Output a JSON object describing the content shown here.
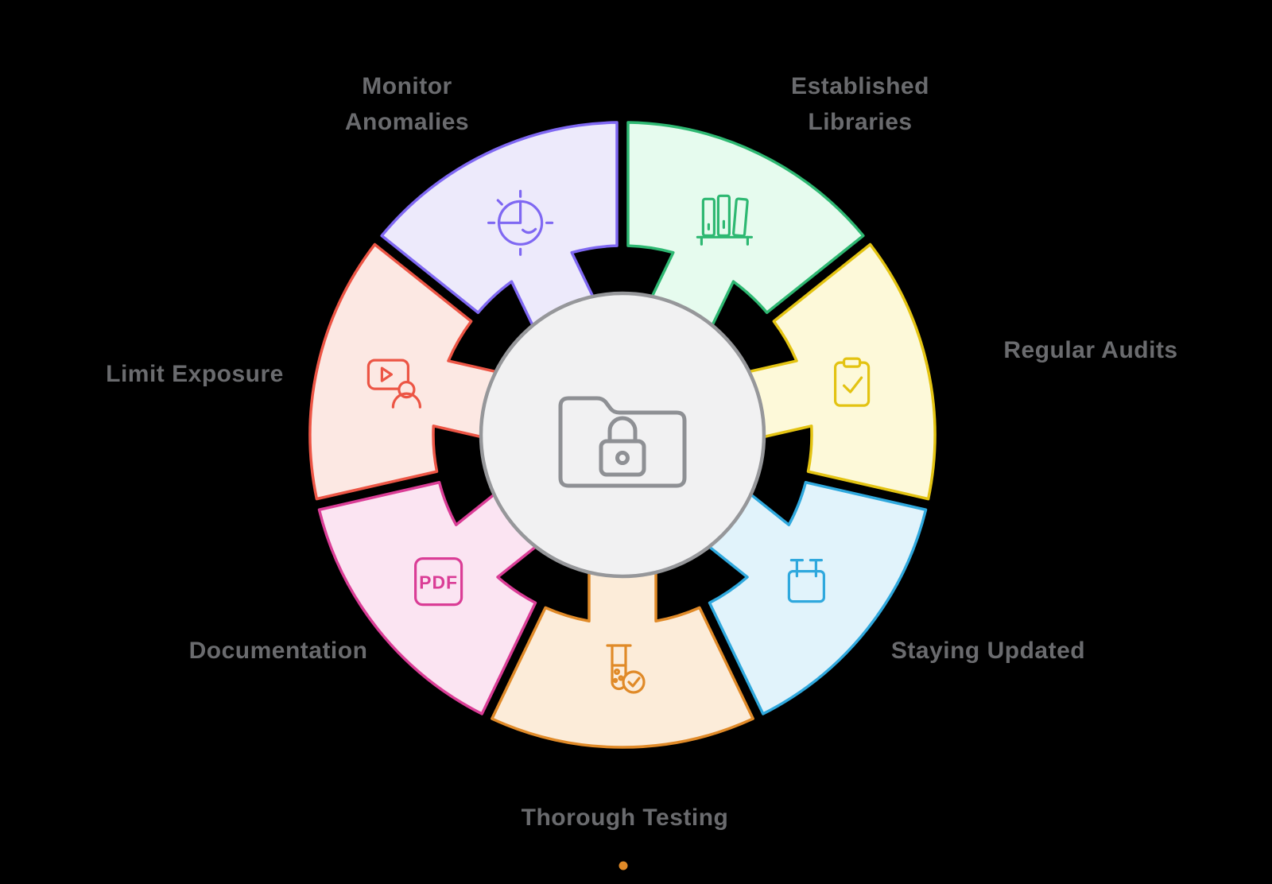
{
  "diagram": {
    "label_color": "#6a6b6e",
    "center": {
      "icon": "folder-lock-icon",
      "fill": "#f1f1f2",
      "stroke": "#96979a",
      "icon_color": "#8e9094"
    },
    "segments": [
      {
        "id": "established-libraries",
        "label": "Established\nLibraries",
        "stroke": "#2eb872",
        "fill": "#e6fbee",
        "icon": "books-shelf-icon"
      },
      {
        "id": "regular-audits",
        "label": "Regular Audits",
        "stroke": "#e3c312",
        "fill": "#fdf9d9",
        "icon": "clipboard-check-icon"
      },
      {
        "id": "staying-updated",
        "label": "Staying Updated",
        "stroke": "#2fa8dd",
        "fill": "#e1f3fb",
        "icon": "calendar-icon"
      },
      {
        "id": "thorough-testing",
        "label": "Thorough Testing",
        "stroke": "#e08a28",
        "fill": "#fcecd9",
        "icon": "test-tube-check-icon"
      },
      {
        "id": "documentation",
        "label": "Documentation",
        "stroke": "#da3d96",
        "fill": "#fbe4f2",
        "icon": "pdf-file-icon",
        "icon_text": "PDF"
      },
      {
        "id": "limit-exposure",
        "label": "Limit Exposure",
        "stroke": "#ec5545",
        "fill": "#fce8e3",
        "icon": "video-person-icon"
      },
      {
        "id": "monitor-anomalies",
        "label": "Monitor\nAnomalies",
        "stroke": "#7f68f2",
        "fill": "#edeafb",
        "icon": "gauge-icon"
      }
    ]
  }
}
